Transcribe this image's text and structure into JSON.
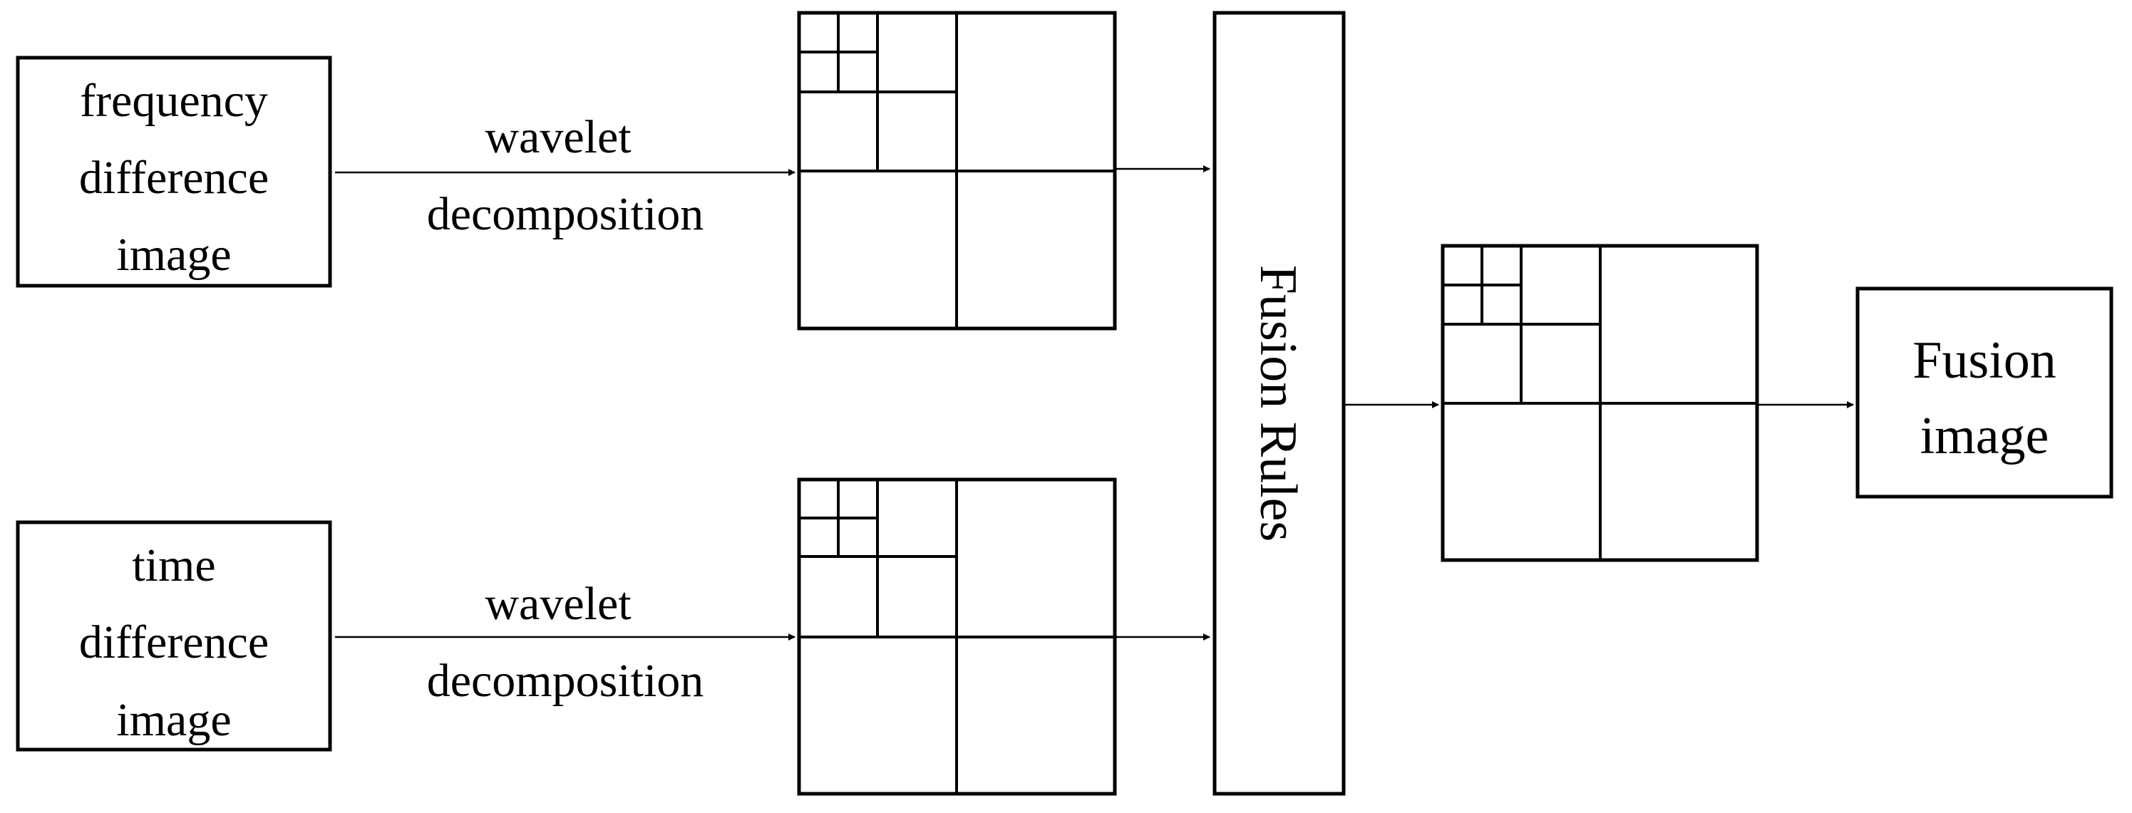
{
  "inputs": {
    "frequency": {
      "lines": [
        "frequency",
        "difference",
        "image"
      ]
    },
    "time": {
      "lines": [
        "time",
        "difference",
        "image"
      ]
    }
  },
  "arrows": {
    "top_label_lines": [
      "wavelet",
      "decomposition"
    ],
    "bottom_label_lines": [
      "wavelet",
      "decomposition"
    ]
  },
  "fusion_rules": {
    "label": "Fusion Rules"
  },
  "output": {
    "lines": [
      "Fusion",
      "image"
    ]
  }
}
